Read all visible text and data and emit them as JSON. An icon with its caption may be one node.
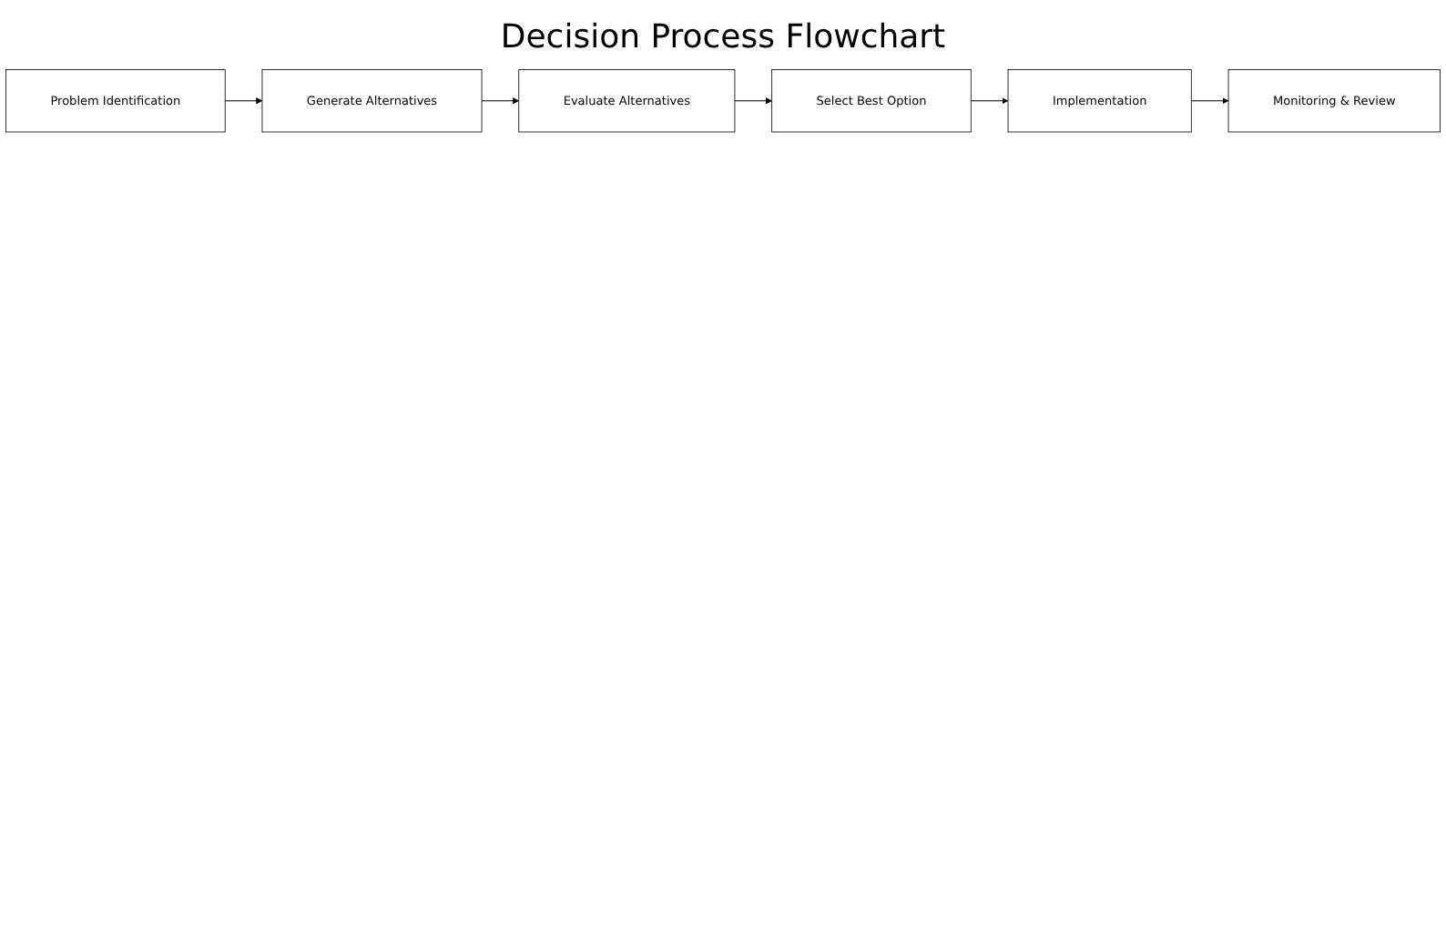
{
  "diagram": {
    "title": "Decision Process Flowchart",
    "nodes": [
      {
        "text": [
          "Problem Identification"
        ]
      },
      {
        "text": [
          "Generate Alternatives"
        ]
      },
      {
        "text": [
          "Evaluate Alternatives"
        ]
      },
      {
        "text": [
          "Select Best Option"
        ]
      },
      {
        "text": [
          "Implementation"
        ]
      },
      {
        "text": [
          "Monitoring & Review"
        ]
      }
    ],
    "edges": [
      {
        "from": 0,
        "to": 1,
        "arrow": "to"
      },
      {
        "from": 1,
        "to": 2,
        "arrow": "to"
      },
      {
        "from": 2,
        "to": 3,
        "arrow": "to"
      },
      {
        "from": 3,
        "to": 4,
        "arrow": "to"
      },
      {
        "from": 4,
        "to": 5,
        "arrow": "to"
      }
    ]
  }
}
